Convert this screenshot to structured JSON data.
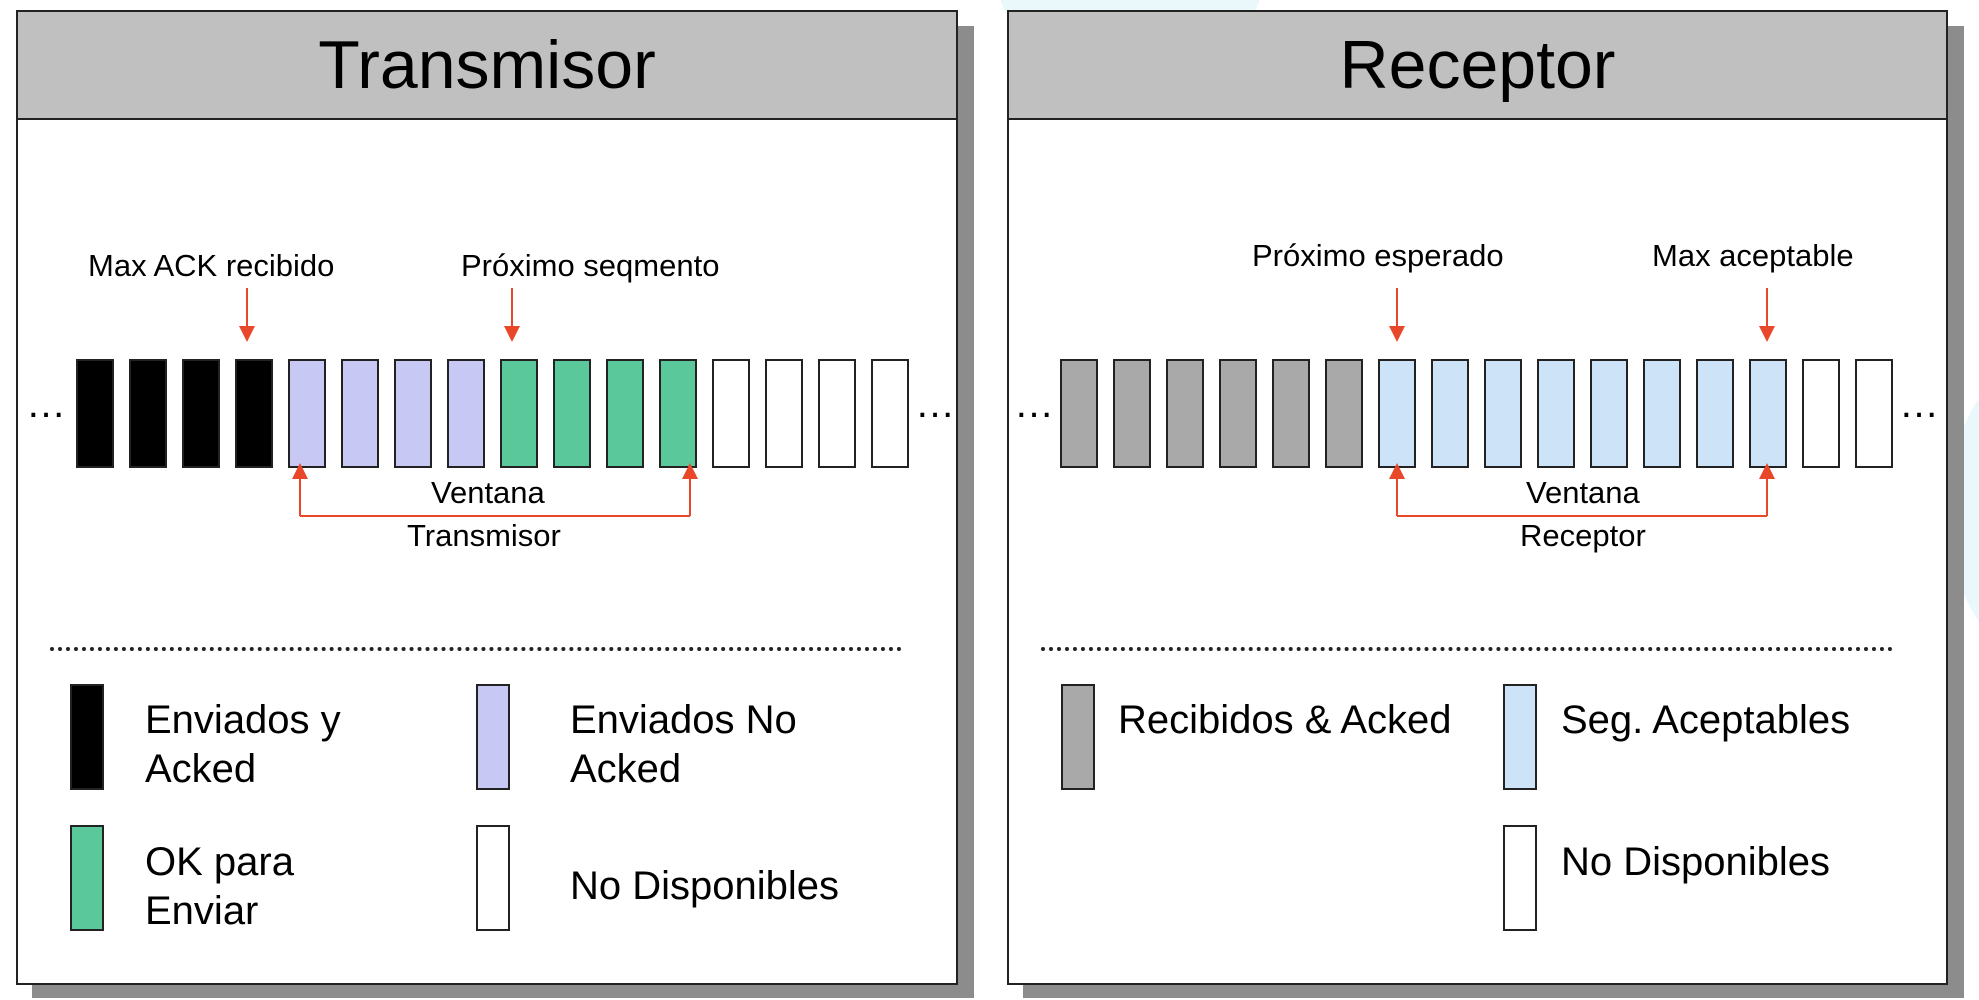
{
  "colors": {
    "header": "#c0c0c0",
    "black": "#000000",
    "lavender": "#c8c8f5",
    "green": "#5bc89c",
    "white": "#ffffff",
    "gray": "#a9a9a9",
    "light_blue": "#cce3f8",
    "arrow": "#e8472a"
  },
  "transmitter": {
    "title": "Transmisor",
    "ellipsis_left": "…",
    "ellipsis_right": "…",
    "cells": [
      "black",
      "black",
      "black",
      "black",
      "lavender",
      "lavender",
      "lavender",
      "lavender",
      "green",
      "green",
      "green",
      "green",
      "white",
      "white",
      "white",
      "white"
    ],
    "label_max_ack": "Max ACK recibido",
    "label_next_segment": "Próximo seqmento",
    "window_label_line1": "Ventana",
    "window_label_line2": "Transmisor",
    "legend": {
      "sent_acked_line1": "Enviados y",
      "sent_acked_line2": "Acked",
      "sent_not_acked_line1": "Enviados No",
      "sent_not_acked_line2": "Acked",
      "ok_to_send_line1": "OK para",
      "ok_to_send_line2": "Enviar",
      "unavailable": "No Disponibles"
    }
  },
  "receiver": {
    "title": "Receptor",
    "ellipsis_left": "…",
    "ellipsis_right": "…",
    "cells": [
      "gray",
      "gray",
      "gray",
      "gray",
      "gray",
      "gray",
      "light_blue",
      "light_blue",
      "light_blue",
      "light_blue",
      "light_blue",
      "light_blue",
      "light_blue",
      "light_blue",
      "white",
      "white"
    ],
    "label_next_expected": "Próximo esperado",
    "label_max_acceptable": "Max aceptable",
    "window_label_line1": "Ventana",
    "window_label_line2": "Receptor",
    "legend": {
      "received_acked": "Recibidos & Acked",
      "acceptable": "Seg. Aceptables",
      "unavailable": "No Disponibles"
    }
  }
}
